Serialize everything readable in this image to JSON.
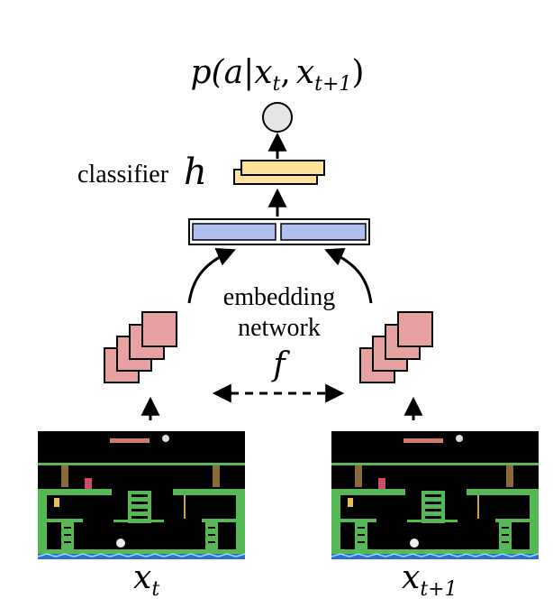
{
  "title": {
    "p": "p(",
    "a": "a",
    "bar": "|",
    "x": "x",
    "t": "t",
    "comma": ",",
    "x2": "x",
    "t1": "t+1",
    "close": ")"
  },
  "classifier": {
    "word": "classifier",
    "symbol": "h"
  },
  "embedding": {
    "line1": "embedding",
    "line2": "network",
    "symbol": "f"
  },
  "inputs": {
    "left": {
      "var": "x",
      "sub": "t"
    },
    "right": {
      "var": "x",
      "sub": "t+1"
    }
  },
  "colors": {
    "feature_map": "#e8a1a1",
    "classifier": "#fde39a",
    "embedding": "#aec1ee",
    "output_node": "#e6e6e6",
    "game_floor": "#55b855",
    "game_water": "#2f6fd0"
  },
  "icons": [
    "dashed-double-arrow-icon",
    "atari-frame-left",
    "atari-frame-right"
  ]
}
